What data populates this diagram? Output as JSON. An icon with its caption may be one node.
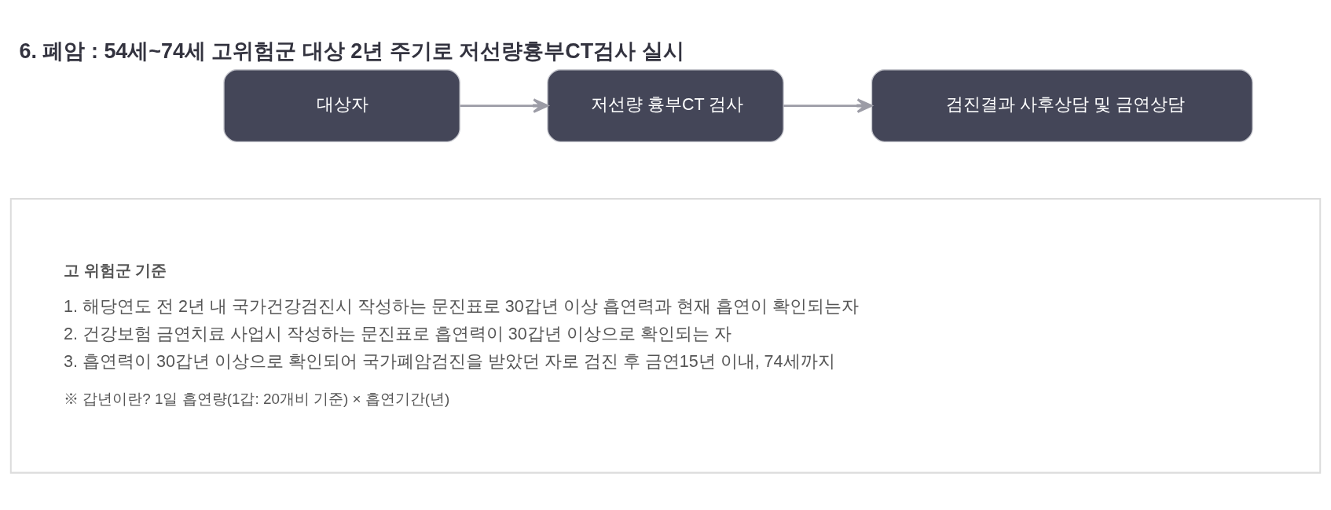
{
  "diagram": {
    "title": "6. 폐암 : 54세~74세 고위험군 대상 2년 주기로 저선량흉부CT검사 실시",
    "nodes": [
      {
        "text": [
          "대상자"
        ]
      },
      {
        "text": [
          "저선량 흉부CT 검사"
        ]
      },
      {
        "text": [
          "검진결과 사후상담 및 금연상담"
        ]
      },
      {
        "text": [
          "고 위험군 기준",
          "1. 해당연도 전 2년 내 국가건강검진시 작성하는 문진표로 30갑년 이상 흡연력과 현재 흡연이 확인되는자",
          "2. 건강보험 금연치료 사업시 작성하는 문진표로 흡연력이 30갑년 이상으로 확인되는 자",
          "3. 흡연력이 30갑년 이상으로 확인되어 국가폐암검진을 받았던 자로 검진 후 금연15년 이내, 74세까지",
          "※ 갑년이란? 1일 흡연량(1갑: 20개비 기준) × 흡연기간(년)"
        ]
      }
    ],
    "edges": [
      {
        "from": 0,
        "to": 1,
        "arrow": "to"
      },
      {
        "from": 1,
        "to": 2,
        "arrow": "to"
      }
    ]
  }
}
